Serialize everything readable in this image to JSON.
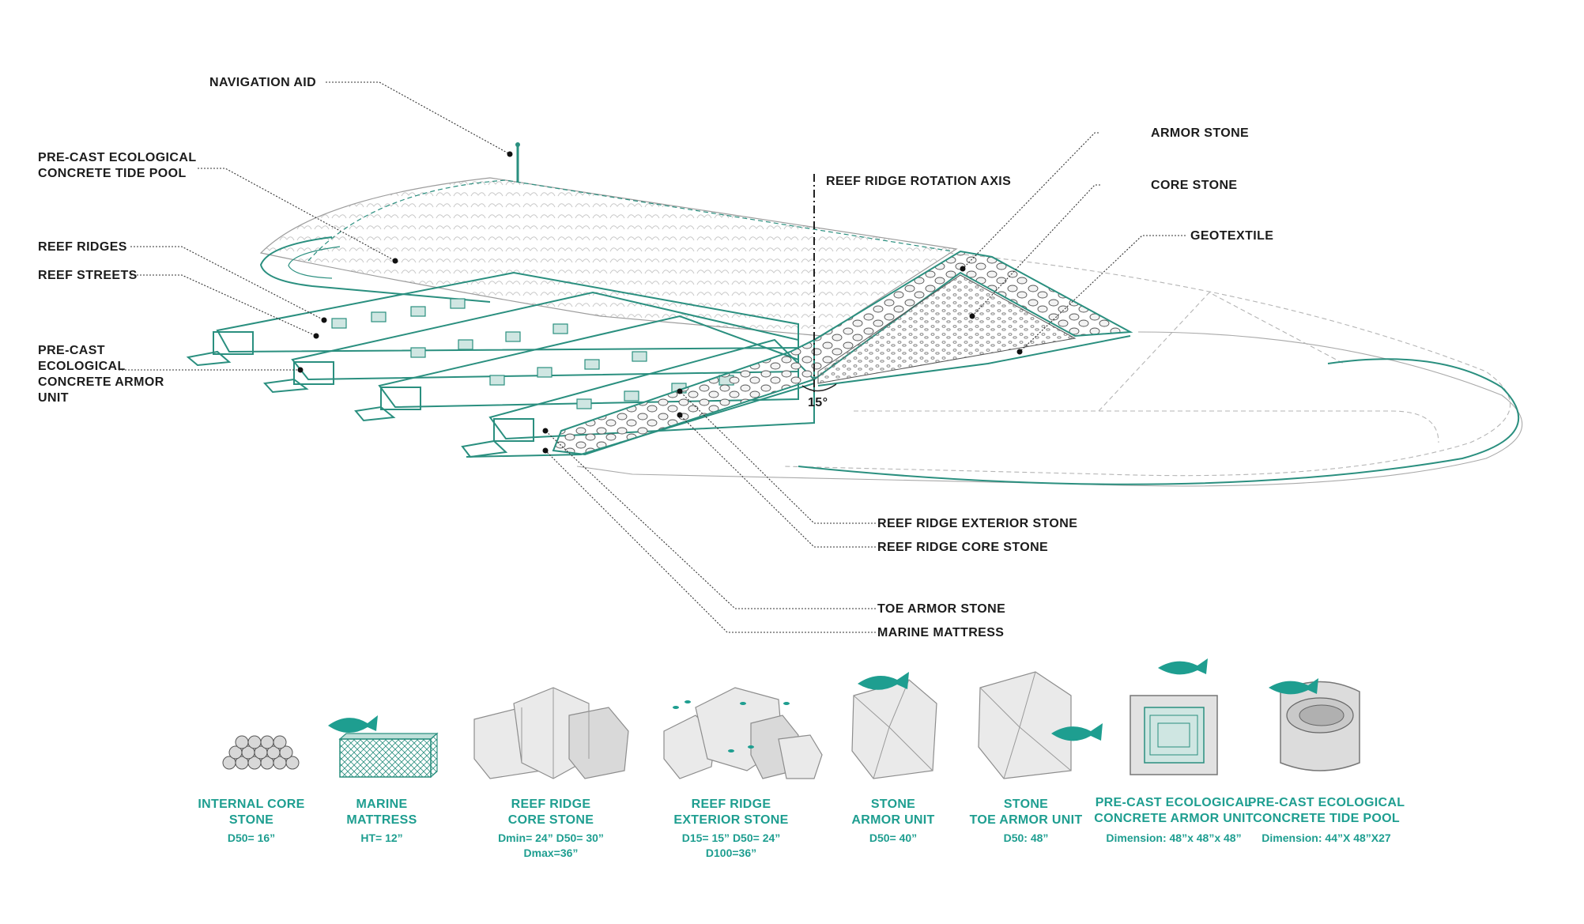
{
  "labels": {
    "navigation_aid": "NAVIGATION AID",
    "tide_pool_1": "PRE-CAST ECOLOGICAL",
    "tide_pool_2": "CONCRETE TIDE POOL",
    "reef_ridges": "REEF RIDGES",
    "reef_streets": "REEF STREETS",
    "armor_unit_1": "PRE-CAST",
    "armor_unit_2": "ECOLOGICAL",
    "armor_unit_3": "CONCRETE ARMOR",
    "armor_unit_4": "UNIT",
    "rotation_axis": "REEF RIDGE ROTATION AXIS",
    "angle": "15°",
    "armor_stone": "ARMOR STONE",
    "core_stone": "CORE STONE",
    "geotextile": "GEOTEXTILE",
    "ridge_exterior_stone": "REEF RIDGE EXTERIOR STONE",
    "ridge_core_stone": "REEF RIDGE CORE STONE",
    "toe_armor_stone": "TOE ARMOR STONE",
    "marine_mattress": "MARINE MATTRESS"
  },
  "legend": [
    {
      "line1": "INTERNAL CORE",
      "line2": "STONE",
      "spec1": "D50= 16”",
      "spec2": ""
    },
    {
      "line1": "MARINE",
      "line2": "MATTRESS",
      "spec1": "HT= 12”",
      "spec2": ""
    },
    {
      "line1": "REEF RIDGE",
      "line2": "CORE STONE",
      "spec1": "Dmin= 24” D50= 30”",
      "spec2": "Dmax=36”"
    },
    {
      "line1": "REEF RIDGE",
      "line2": "EXTERIOR STONE",
      "spec1": "D15= 15” D50= 24”",
      "spec2": "D100=36”"
    },
    {
      "line1": "STONE",
      "line2": "ARMOR UNIT",
      "spec1": "D50= 40”",
      "spec2": ""
    },
    {
      "line1": "STONE",
      "line2": "TOE ARMOR UNIT",
      "spec1": "D50: 48”",
      "spec2": ""
    },
    {
      "line1": "PRE-CAST ECOLOGICAL",
      "line2": "CONCRETE ARMOR UNIT",
      "spec1": "Dimension: 48”x 48”x 48”",
      "spec2": ""
    },
    {
      "line1": "PRE-CAST ECOLOGICAL",
      "line2": "CONCRETE TIDE POOL",
      "spec1": "Dimension: 44”X 48”X27",
      "spec2": ""
    }
  ],
  "colors": {
    "accent": "#1e9e90",
    "teal_line": "#2a8f7f",
    "label": "#1c1c1c"
  }
}
